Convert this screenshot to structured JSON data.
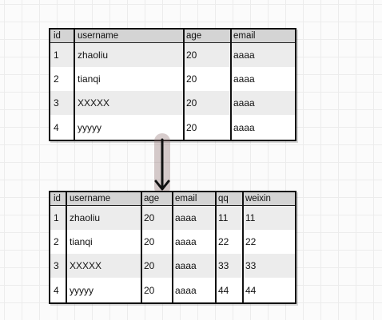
{
  "table_before": {
    "headers": [
      "id",
      "username",
      "age",
      "email"
    ],
    "rows": [
      [
        "1",
        "zhaoliu",
        "20",
        "aaaa"
      ],
      [
        "2",
        "tianqi",
        "20",
        "aaaa"
      ],
      [
        "3",
        "XXXXX",
        "20",
        "aaaa"
      ],
      [
        "4",
        "yyyyy",
        "20",
        "aaaa"
      ]
    ]
  },
  "table_after": {
    "headers": [
      "id",
      "username",
      "age",
      "email",
      "qq",
      "weixin"
    ],
    "rows": [
      [
        "1",
        "zhaoliu",
        "20",
        "aaaa",
        "11",
        "11"
      ],
      [
        "2",
        "tianqi",
        "20",
        "aaaa",
        "22",
        "22"
      ],
      [
        "3",
        "XXXXX",
        "20",
        "aaaa",
        "33",
        "33"
      ],
      [
        "4",
        "yyyyy",
        "20",
        "aaaa",
        "44",
        "44"
      ]
    ]
  },
  "colors": {
    "header_bg": "#d4d4d4",
    "alt_row_bg": "#ececec",
    "border": "#111111",
    "connector_highlight": "#8c6e6e"
  }
}
